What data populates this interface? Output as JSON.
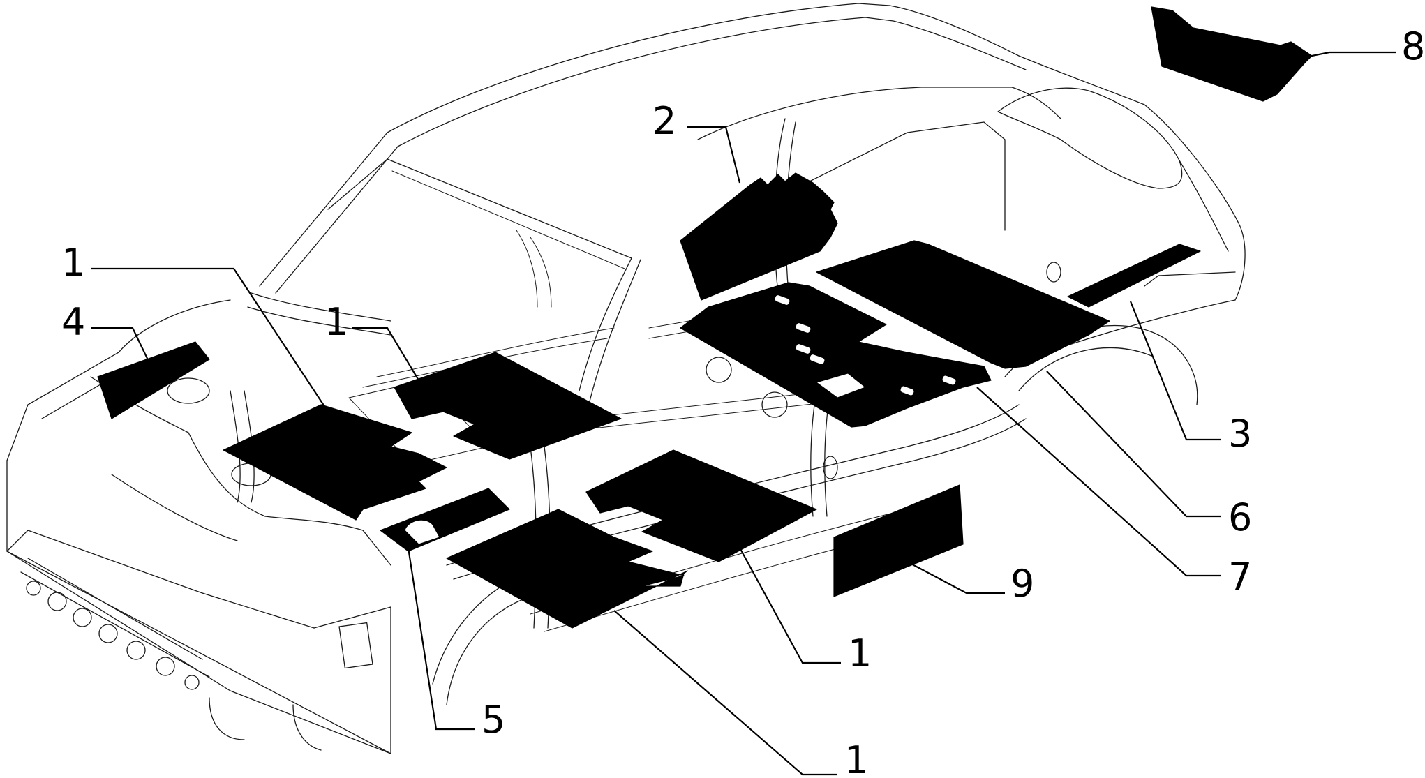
{
  "callouts": [
    {
      "id": "c1a",
      "label": "1"
    },
    {
      "id": "c4",
      "label": "4"
    },
    {
      "id": "c1b",
      "label": "1"
    },
    {
      "id": "c2",
      "label": "2"
    },
    {
      "id": "c8",
      "label": "8"
    },
    {
      "id": "c3",
      "label": "3"
    },
    {
      "id": "c6",
      "label": "6"
    },
    {
      "id": "c7",
      "label": "7"
    },
    {
      "id": "c9",
      "label": "9"
    },
    {
      "id": "c1c",
      "label": "1"
    },
    {
      "id": "c5",
      "label": "5"
    },
    {
      "id": "c1d",
      "label": "1"
    }
  ]
}
